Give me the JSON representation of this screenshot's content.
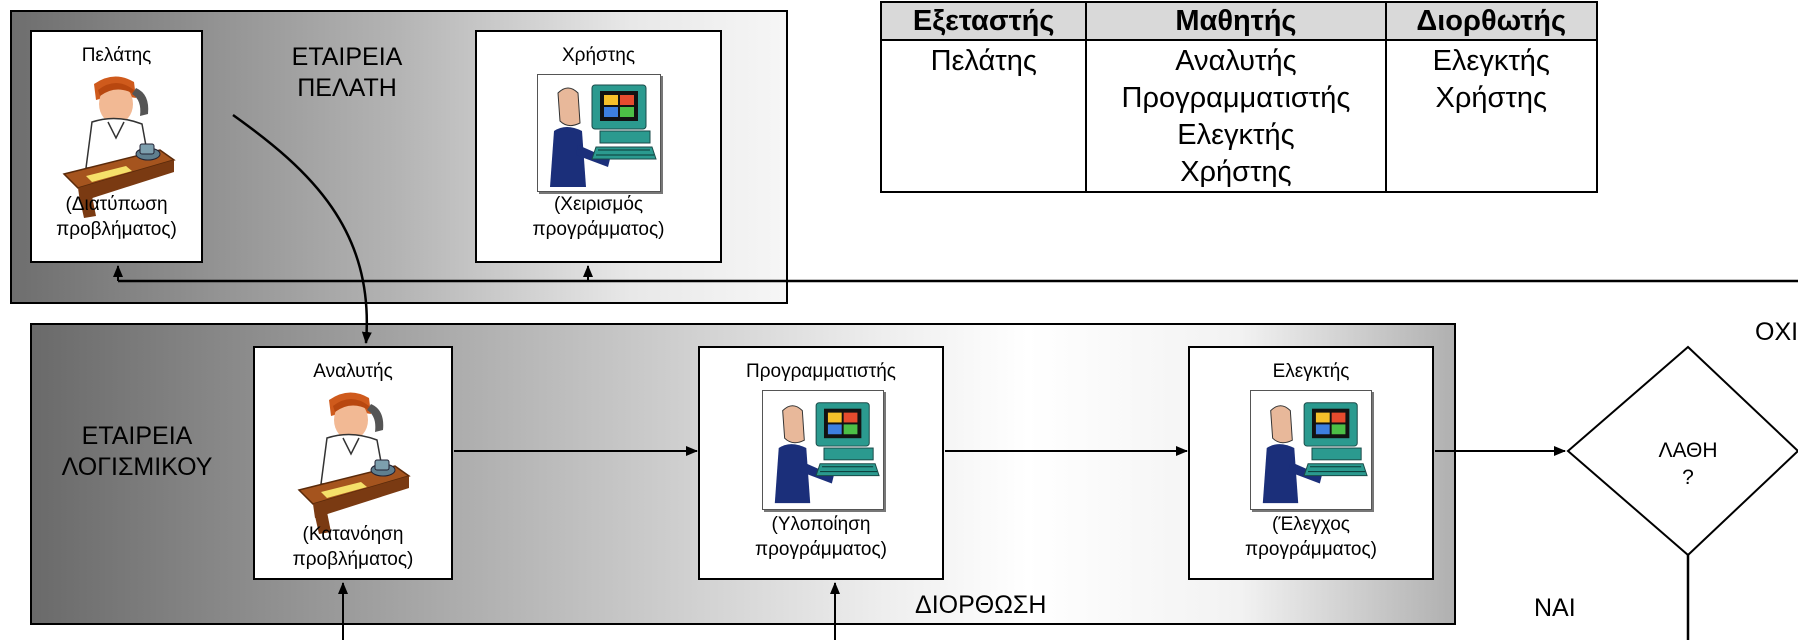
{
  "client_company": {
    "label_line1": "ΕΤΑΙΡΕΙΑ",
    "label_line2": "ΠΕΛΑΤΗ",
    "client_card": {
      "title": "Πελάτης",
      "caption_line1": "(Διατύπωση",
      "caption_line2": "προβλήματος)"
    },
    "user_card": {
      "title": "Χρήστης",
      "caption_line1": "(Χειρισμός",
      "caption_line2": "προγράμματος)"
    }
  },
  "software_company": {
    "label_line1": "ΕΤΑΙΡΕΙΑ",
    "label_line2": "ΛΟΓΙΣΜΙΚΟΥ",
    "analyst_card": {
      "title": "Αναλυτής",
      "caption_line1": "(Κατανόηση",
      "caption_line2": "προβλήματος)"
    },
    "programmer_card": {
      "title": "Προγραμματιστής",
      "caption_line1": "(Υλοποίηση",
      "caption_line2": "προγράμματος)"
    },
    "tester_card": {
      "title": "Ελεγκτής",
      "caption_line1": "(Έλεγχος",
      "caption_line2": "προγράμματος)"
    },
    "correction_label": "ΔΙΟΡΘΩΣΗ"
  },
  "decision": {
    "line1": "ΛΑΘΗ",
    "line2": "?",
    "no_label": "ΟΧΙ",
    "yes_label": "ΝΑΙ"
  },
  "roles_table": {
    "headers": [
      "Εξεταστής",
      "Μαθητής",
      "Διορθωτής"
    ],
    "examiner": [
      "Πελάτης"
    ],
    "student": [
      "Αναλυτής",
      "Προγραμματιστής",
      "Ελεγκτής",
      "Χρήστης"
    ],
    "corrector": [
      "Ελεγκτής",
      "Χρήστης"
    ]
  },
  "icons": {
    "phone_person": "person-at-desk-on-phone-icon",
    "computer_user": "person-at-computer-icon"
  }
}
